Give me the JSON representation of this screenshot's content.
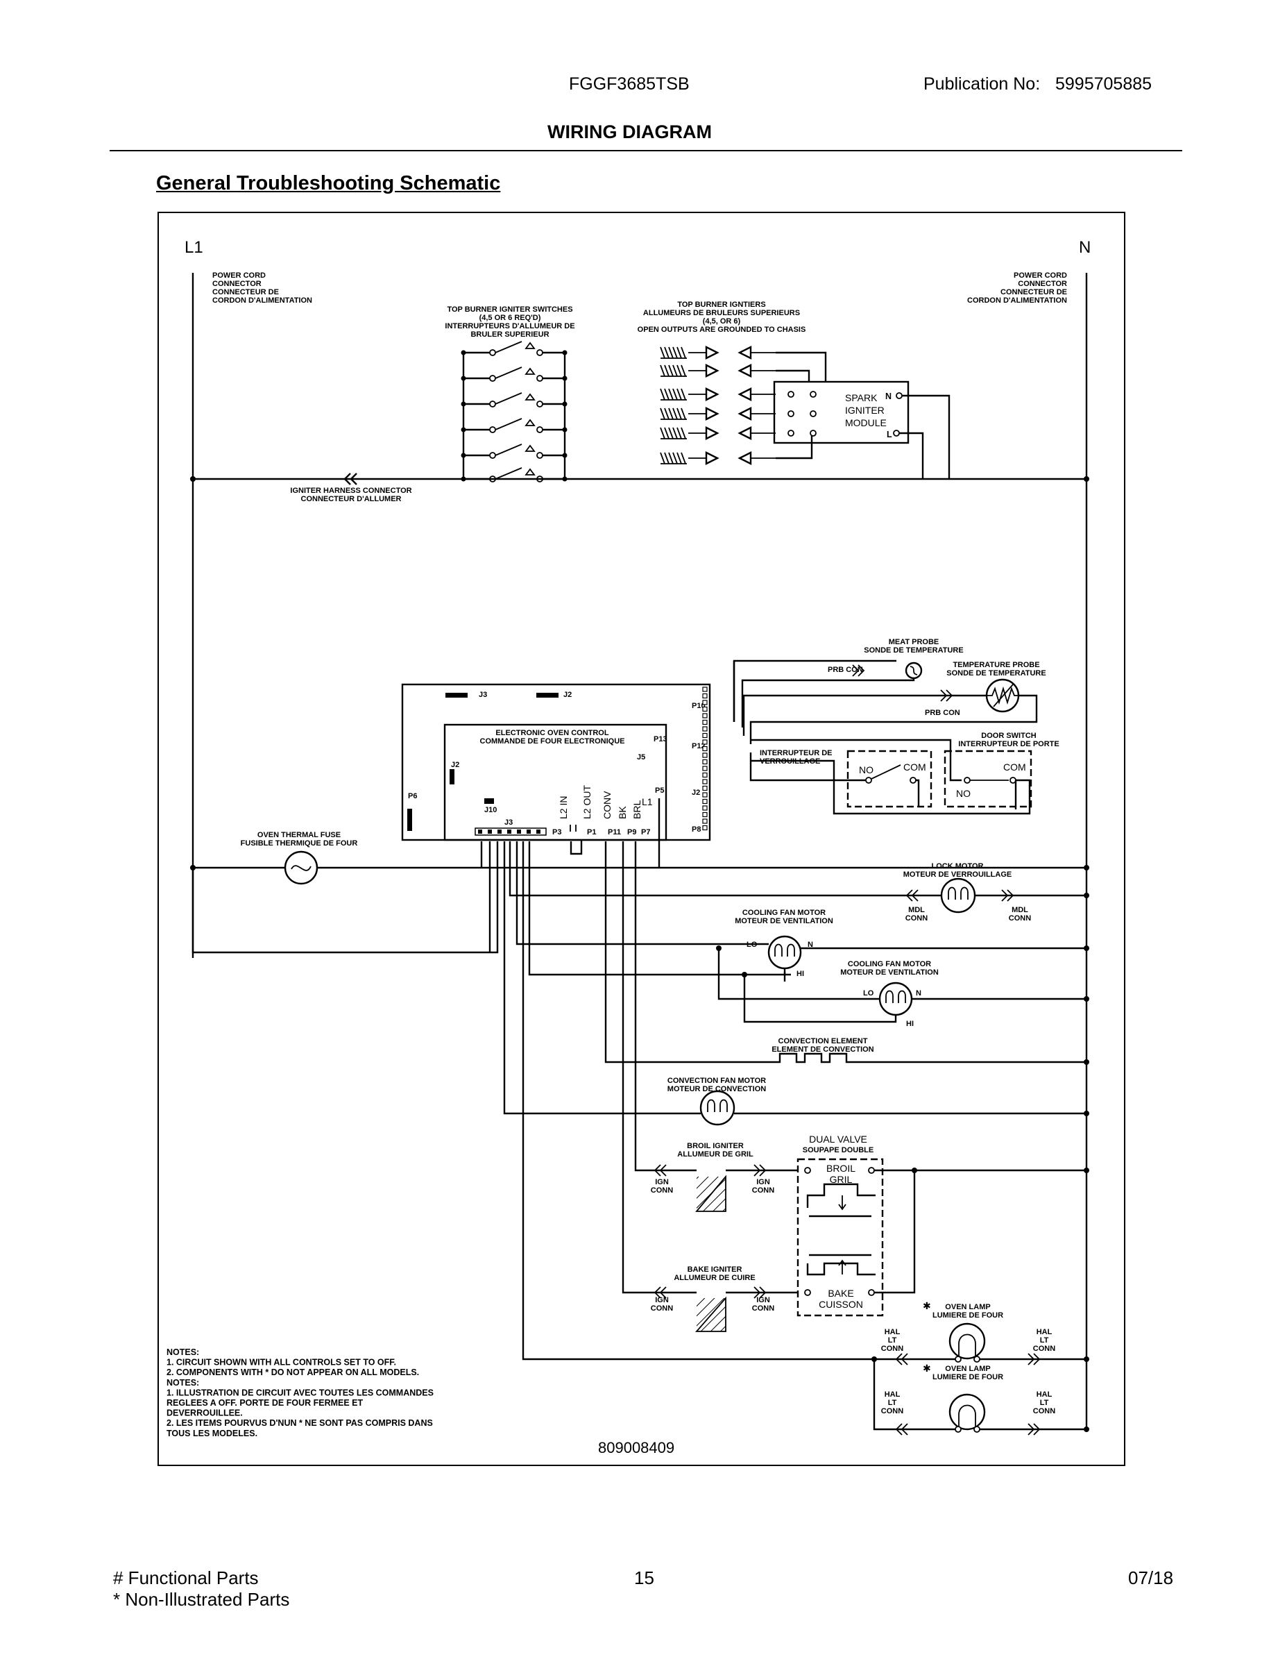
{
  "header": {
    "model": "FGGF3685TSB",
    "publication_label": "Publication No:",
    "publication_no": "5995705885",
    "title": "WIRING DIAGRAM",
    "subtitle": "General Troubleshooting Schematic"
  },
  "rails": {
    "l1": "L1",
    "n": "N"
  },
  "labels": {
    "power_cord_left": [
      "POWER CORD",
      "CONNECTOR",
      "CONNECTEUR DE",
      "CORDON D'ALIMENTATION"
    ],
    "power_cord_right": [
      "POWER CORD",
      "CONNECTOR",
      "CONNECTEUR DE",
      "CORDON D'ALIMENTATION"
    ],
    "igniter_switches": [
      "TOP BURNER IGNITER SWITCHES",
      "(4,5 OR 6 REQ'D)",
      "INTERRUPTEURS D'ALLUMEUR DE",
      "BRULER SUPERIEUR"
    ],
    "igniters": [
      "TOP BURNER IGNTIERS",
      "ALLUMEURS DE BRULEURS SUPERIEURS",
      "(4,5, OR 6)",
      "OPEN OUTPUTS ARE GROUNDED TO CHASIS"
    ],
    "spark_module": [
      "SPARK",
      "IGNITER",
      "MODULE"
    ],
    "harness": [
      "IGNITER HARNESS CONNECTOR",
      "CONNECTEUR D'ALLUMER"
    ],
    "meat_probe": [
      "MEAT PROBE",
      "SONDE DE TEMPERATURE"
    ],
    "temp_probe": [
      "TEMPERATURE PROBE",
      "SONDE DE TEMPERATURE"
    ],
    "prb_con": "PRB CON",
    "eoc": [
      "ELECTRONIC OVEN CONTROL",
      "COMMANDE DE FOUR ELECTRONIQUE"
    ],
    "lock_switch": [
      "INTERRUPTEUR DE",
      "VERROUILLAGE"
    ],
    "door_switch": [
      "DOOR SWITCH",
      "INTERRUPTEUR DE PORTE"
    ],
    "no": "NO",
    "com": "COM",
    "thermal_fuse": [
      "OVEN THERMAL FUSE",
      "FUSIBLE THERMIQUE DE FOUR"
    ],
    "lock_motor": [
      "LOCK MOTOR",
      "MOTEUR DE VERROUILLAGE"
    ],
    "mdl_conn": [
      "MDL",
      "CONN"
    ],
    "cooling_fan": [
      "COOLING FAN MOTOR",
      "MOTEUR DE VENTILATION"
    ],
    "conv_element": [
      "CONVECTION ELEMENT",
      "ELEMENT DE CONVECTION"
    ],
    "conv_fan": [
      "CONVECTION FAN MOTOR",
      "MOTEUR DE CONVECTION"
    ],
    "broil_igniter": [
      "BROIL IGNITER",
      "ALLUMEUR DE GRIL"
    ],
    "bake_igniter": [
      "BAKE IGNITER",
      "ALLUMEUR DE CUIRE"
    ],
    "ign_conn": [
      "IGN",
      "CONN"
    ],
    "dual_valve": [
      "DUAL VALVE",
      "SOUPAPE DOUBLE"
    ],
    "broil": [
      "BROIL",
      "GRIL"
    ],
    "bake": [
      "BAKE",
      "CUISSON"
    ],
    "oven_lamp": [
      "OVEN LAMP",
      "LUMIERE DE FOUR"
    ],
    "hal_lt_conn": [
      "HAL",
      "LT",
      "CONN"
    ],
    "pins": [
      "L2 IN",
      "L2 OUT",
      "CONV",
      "BK",
      "BRL",
      "L1"
    ],
    "ports": [
      "P3",
      "P1",
      "P11",
      "P9",
      "P7",
      "P5",
      "P6",
      "P8",
      "P10",
      "P12",
      "P13",
      "J2",
      "J3",
      "J5",
      "J10"
    ],
    "lo": "LO",
    "hi": "HI",
    "n_mark": "N",
    "l_mark": "L"
  },
  "notes": [
    "NOTES:",
    "1.  CIRCUIT SHOWN WITH ALL CONTROLS SET TO OFF.",
    "2.  COMPONENTS WITH * DO NOT APPEAR ON ALL MODELS.",
    "NOTES:",
    "1.  ILLUSTRATION DE CIRCUIT AVEC TOUTES LES COMMANDES",
    "     REGLEES A OFF.   PORTE DE FOUR FERMEE ET",
    "     DEVERROUILLEE.",
    "2.  LES ITEMS POURVUS D'NUN * NE SONT PAS COMPRIS DANS",
    "     TOUS LES MODELES."
  ],
  "diagram_number": "809008409",
  "footer": {
    "functional": "# Functional Parts",
    "non_illustrated": "* Non-Illustrated Parts",
    "page": "15",
    "date": "07/18"
  }
}
